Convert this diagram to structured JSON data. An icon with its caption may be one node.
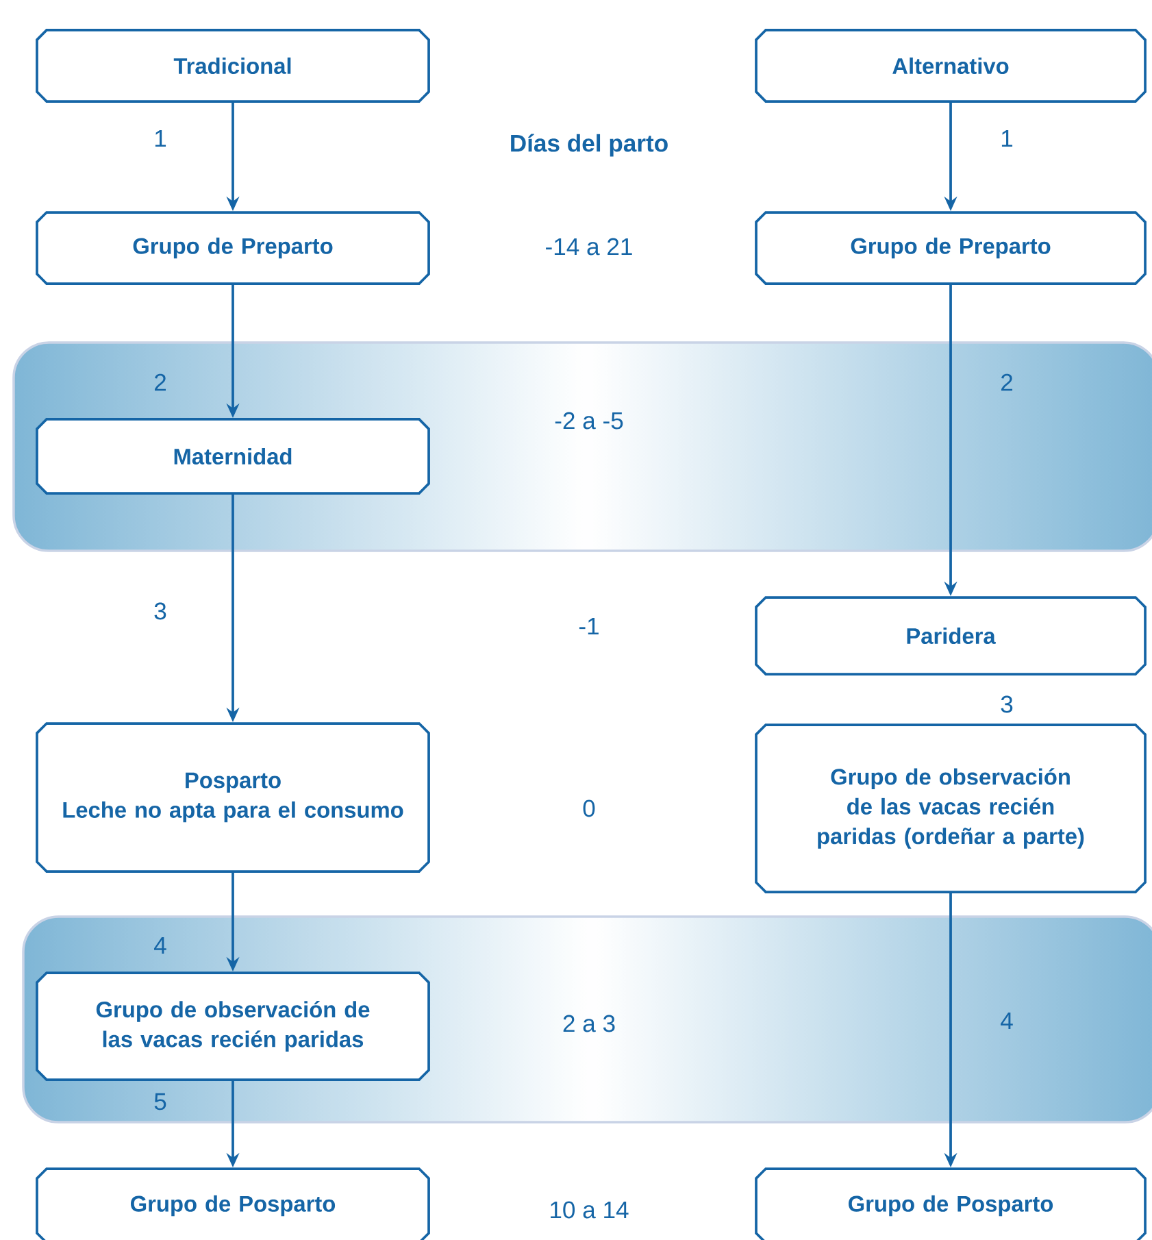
{
  "diagram": {
    "nodes": [
      {
        "text": [
          "Tradicional"
        ]
      },
      {
        "text": [
          "Alternativo"
        ]
      },
      {
        "text": [
          "Grupo de Preparto"
        ]
      },
      {
        "text": [
          "Grupo de Preparto"
        ]
      },
      {
        "text": [],
        "shape": "band"
      },
      {
        "text": [
          "Maternidad"
        ],
        "in": 4
      },
      {
        "text": [
          "Paridera"
        ]
      },
      {
        "text": [
          "Posparto",
          "Leche no apta para el consumo"
        ]
      },
      {
        "text": [
          "Grupo de observación de las vacas recién paridas (ordeñar a parte)"
        ]
      },
      {
        "text": [],
        "shape": "band"
      },
      {
        "text": [
          "Grupo de observación de las vacas recién paridas"
        ],
        "in": 9
      },
      {
        "text": [
          "Grupo de Posparto"
        ]
      },
      {
        "text": [
          "Grupo de Posparto"
        ]
      }
    ],
    "edges": [
      {
        "from": 0,
        "to": 2,
        "arrow": "to"
      },
      {
        "from": 1,
        "to": 3,
        "arrow": "to"
      },
      {
        "from": 2,
        "to": 5,
        "arrow": "to"
      },
      {
        "from": 3,
        "to": 6,
        "arrow": "to"
      },
      {
        "from": 5,
        "to": 7,
        "arrow": "to"
      },
      {
        "from": 7,
        "to": 10,
        "arrow": "to"
      },
      {
        "from": 8,
        "to": 12,
        "arrow": "to"
      },
      {
        "from": 10,
        "to": 11,
        "arrow": "to"
      }
    ],
    "labels": [
      "1",
      "Días del parto",
      "1",
      "-14 a 21",
      "2",
      "-2 a -5",
      "2",
      "3",
      "-1",
      "3",
      "0",
      "4",
      "2 a 3",
      "4",
      "5",
      "10 a 14"
    ]
  }
}
